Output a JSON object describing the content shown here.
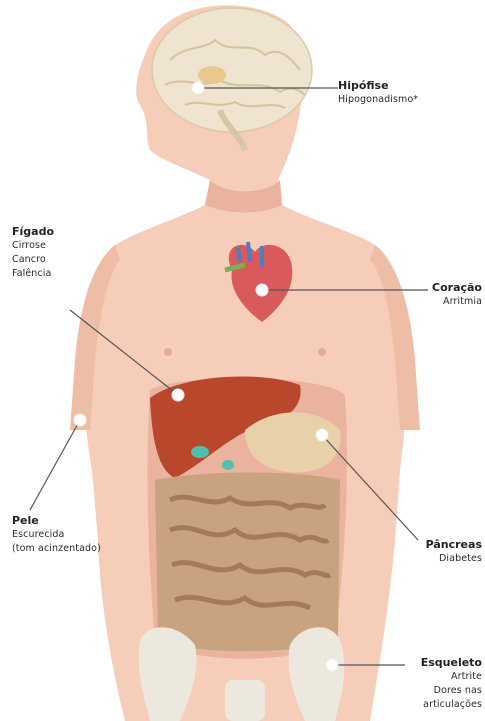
{
  "labels": {
    "hipofise": {
      "title": "Hipófise",
      "lines": [
        "Hipogonadismo*"
      ]
    },
    "figado": {
      "title": "Fígado",
      "lines": [
        "Cirrose",
        "Cancro",
        "Falência"
      ]
    },
    "coracao": {
      "title": "Coração",
      "lines": [
        "Arritmia"
      ]
    },
    "pele": {
      "title": "Pele",
      "lines": [
        "Escurecida",
        "(tom acinzentado)"
      ]
    },
    "pancreas": {
      "title": "Pâncreas",
      "lines": [
        "Diabetes"
      ]
    },
    "esqueleto": {
      "title": "Esqueleto",
      "lines": [
        "Artrite",
        "Dores nas",
        "articulações"
      ]
    }
  },
  "colors": {
    "skin": "#f6cdb8",
    "skin_shadow": "#eab3a0",
    "brain": "#efe4cf",
    "liver": "#b8472c",
    "heart": "#d85a5a",
    "intestine": "#b88a6a",
    "pointer": "#555555"
  }
}
